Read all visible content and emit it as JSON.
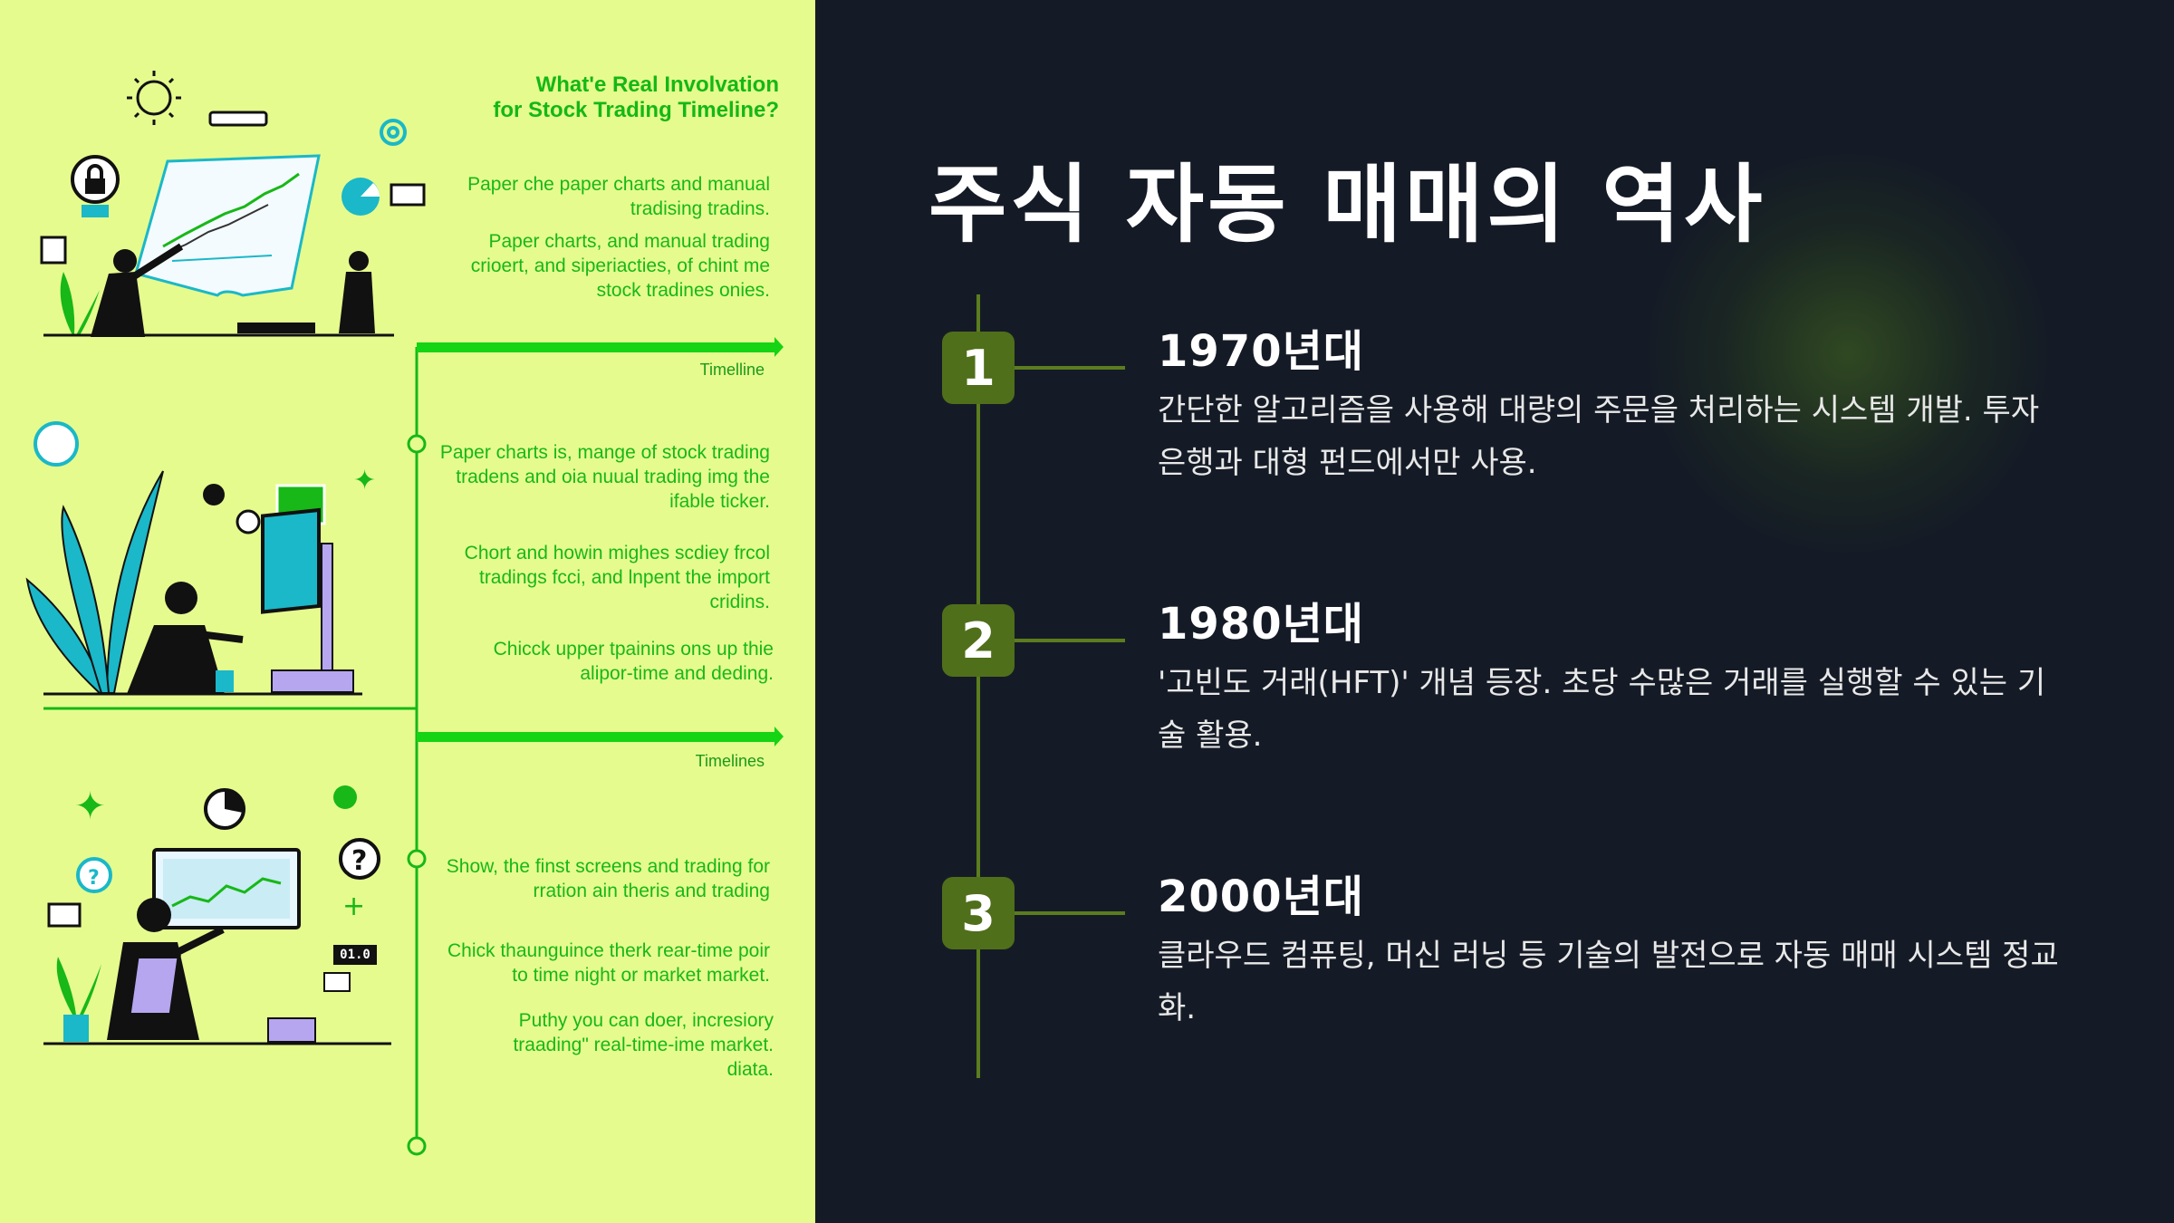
{
  "slide": {
    "title": "주식 자동 매매의 역사",
    "accent_color": "#5b7d1f",
    "background_color": "#151b26",
    "timeline": [
      {
        "number": "1",
        "era": "1970년대",
        "description": "간단한 알고리즘을 사용해 대량의 주문을 처리하는 시스템 개발. 투자 은행과 대형 펀드에서만 사용."
      },
      {
        "number": "2",
        "era": "1980년대",
        "description": "'고빈도 거래(HFT)' 개념 등장. 초당 수많은 거래를 실행할 수 있는 기술 활용."
      },
      {
        "number": "3",
        "era": "2000년대",
        "description": "클라우드 컴퓨팅, 머신 러닝 등 기술의 발전으로 자동 매매 시스템 정교화."
      }
    ]
  },
  "infographic": {
    "background_color": "#e6fb8e",
    "title_line1": "What'e Real Involvation",
    "title_line2": "for  Stock Trading Timeline?",
    "section1": {
      "text1": "Paper che paper charts and manual tradising tradins.",
      "text2": "Paper charts, and manual trading crioert, and siperiacties, of chint me stock tradines onies.",
      "label": "Timelline"
    },
    "section2": {
      "text1": "Paper charts is, mange of stock trading tradens and oia nuual trading img the ifable ticker.",
      "text2": "Chort and howin mighes scdiey frcol tradings fcci, and lnpent the import cridins.",
      "text3": "Chicck upper tpainins ons up thie alipor-time and deding.",
      "label": "Timelines"
    },
    "section3": {
      "text1": "Show, the finst screens and trading for rration ain theris and trading",
      "text2": "Chick thaunguince therk rear-time poir to time night or market market.",
      "text3": "Puthy you can doer, incresiory traading\" real-time-ime market. diata.",
      "badge": "01.0"
    },
    "icons": [
      "sun-icon",
      "lock-icon",
      "gear-icon",
      "chart-icon",
      "plant-icon",
      "monitor-icon",
      "question-icon",
      "pie-icon",
      "sparkle-icon"
    ]
  }
}
